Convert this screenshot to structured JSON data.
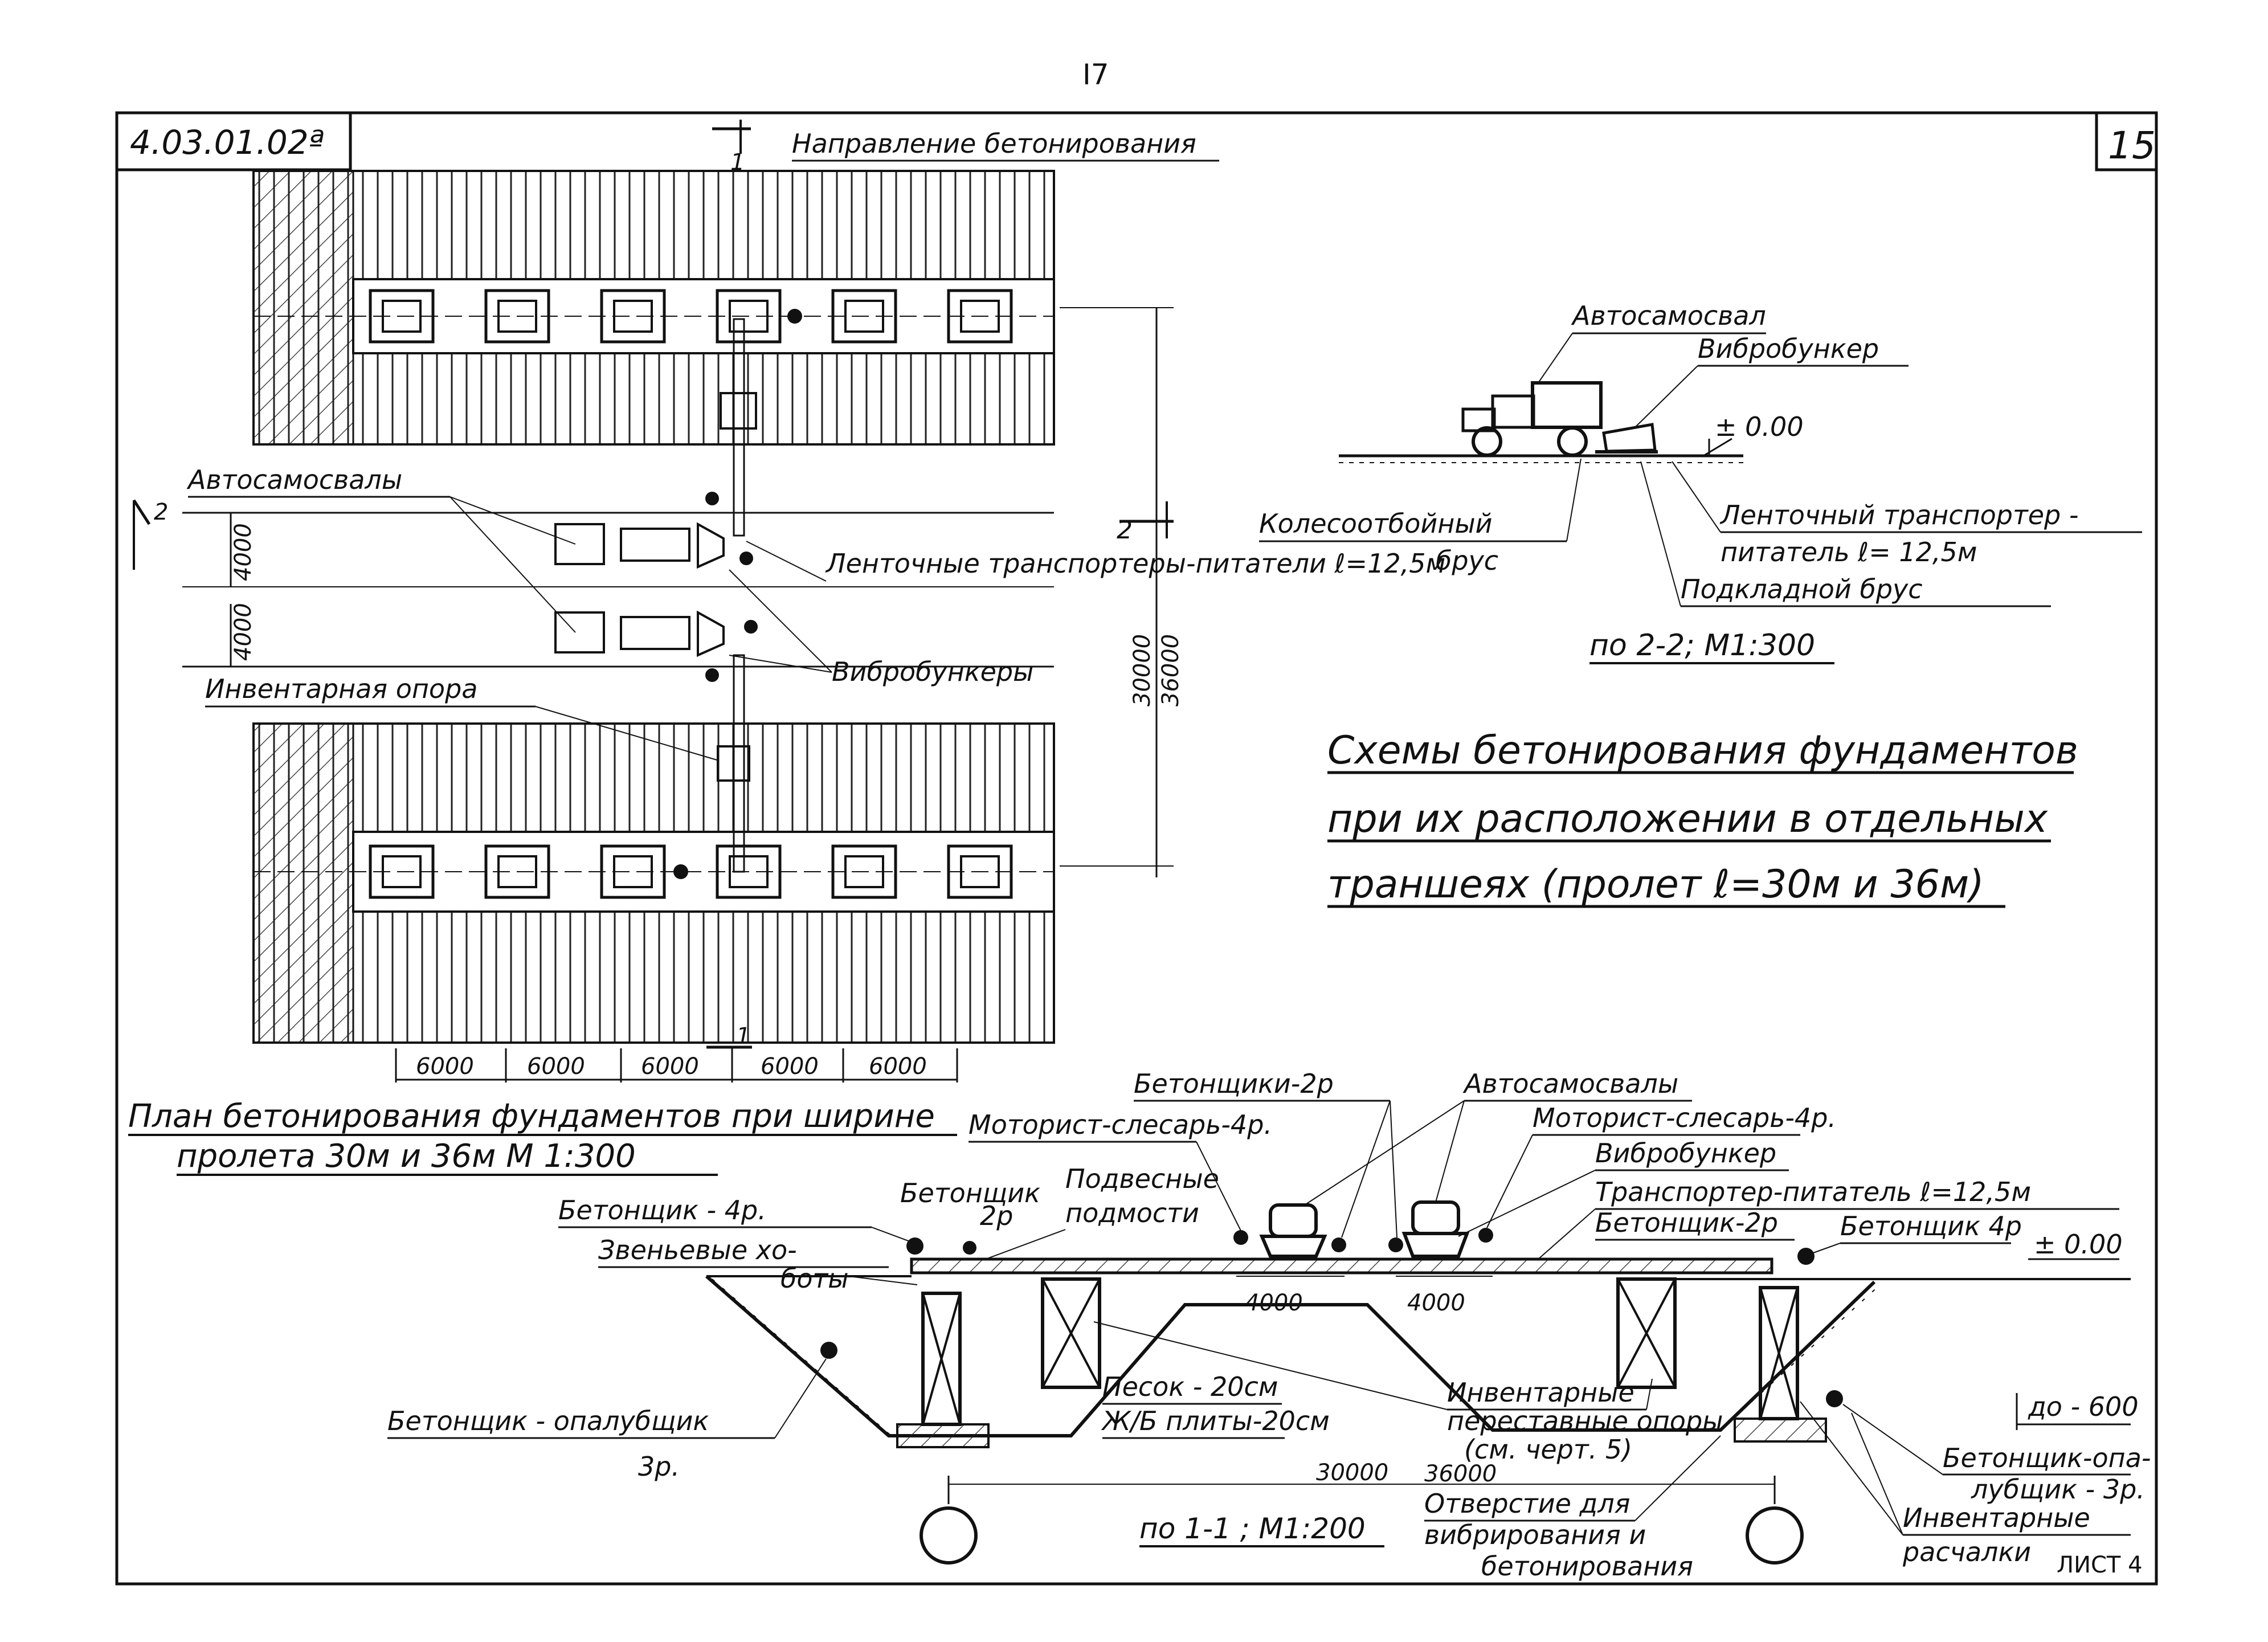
{
  "page_number": "I7",
  "stamp_code": "4.03.01.02ª",
  "sheet_number": "15",
  "footer_sheet": "ЛИСТ 4",
  "plan": {
    "direction_label": "Направление бетонирования",
    "section_1_marker": "1",
    "section_2_marker": "2",
    "labels": {
      "dump_trucks": "Автосамосвалы",
      "conveyors": "Ленточные транспортеры-питатели ℓ=12,5м",
      "vibro_bunkers": "Вибробункеры",
      "inventory_support": "Инвентарная опора"
    },
    "dim_4000_a": "4000",
    "dim_4000_b": "4000",
    "dim_30000": "30000",
    "dim_36000": "36000",
    "bottom_dims": [
      "6000",
      "6000",
      "6000",
      "6000",
      "6000"
    ],
    "title_line1": "План бетонирования фундаментов при ширине",
    "title_line2": "пролета 30м и 36м   М 1:300"
  },
  "section22": {
    "dump_truck": "Автосамосвал",
    "vibro_bunker": "Вибробункер",
    "level": "± 0.00",
    "wheel_beam_1": "Колесоотбойный",
    "wheel_beam_2": "брус",
    "conveyor_1": "Ленточный транспортер -",
    "conveyor_2": "питатель   ℓ= 12,5м",
    "sub_beam": "Подкладной   брус",
    "caption": "по 2-2; М1:300"
  },
  "main_title": {
    "line1": "Схемы бетонирования фундаментов",
    "line2": "при их расположении в отдельных",
    "line3": "траншеях (пролет ℓ=30м и 36м)"
  },
  "section11": {
    "concreters_2r": "Бетонщики-2р",
    "dump_trucks": "Автосамосвалы",
    "mechanic_left": "Моторист-слесарь-4р.",
    "mechanic_right": "Моторист-слесарь-4р.",
    "vibro_bunker": "Вибробункер",
    "conveyor": "Транспортер-питатель ℓ=12,5м",
    "concreter_2r_right": "Бетонщик-2р",
    "concreter_4r_right": "Бетонщик 4р",
    "level": "± 0.00",
    "concreter_4r_left": "Бетонщик - 4р.",
    "concreter_2r_left_1": "Бетонщик",
    "concreter_2r_left_2": "2р",
    "hanging_1": "Подвесные",
    "hanging_2": "подмости",
    "link_1": "Звеньевые хо-",
    "link_2": "боты",
    "dim_4000_left": "4000",
    "dim_4000_right": "4000",
    "sand_1": "Песок - 20см",
    "sand_2": "Ж/Б плиты-20см",
    "inv_supports_1": "Инвентарные",
    "inv_supports_2": "переставные опоры",
    "inv_supports_3": "(см. черт. 5)",
    "form_worker_1": "Бетонщик - опалубщик",
    "form_worker_2": "3р.",
    "depth": "до - 600",
    "form_worker_r_1": "Бетонщик-опа-",
    "form_worker_r_2": "лубщик - 3р.",
    "guys_1": "Инвентарные",
    "guys_2": "расчалки",
    "dim_30000": "30000",
    "dim_36000": "36000",
    "hole_1": "Отверстие для",
    "hole_2": "вибрирования и",
    "hole_3": "бетонирования",
    "caption": "по 1-1 ; М1:200"
  }
}
